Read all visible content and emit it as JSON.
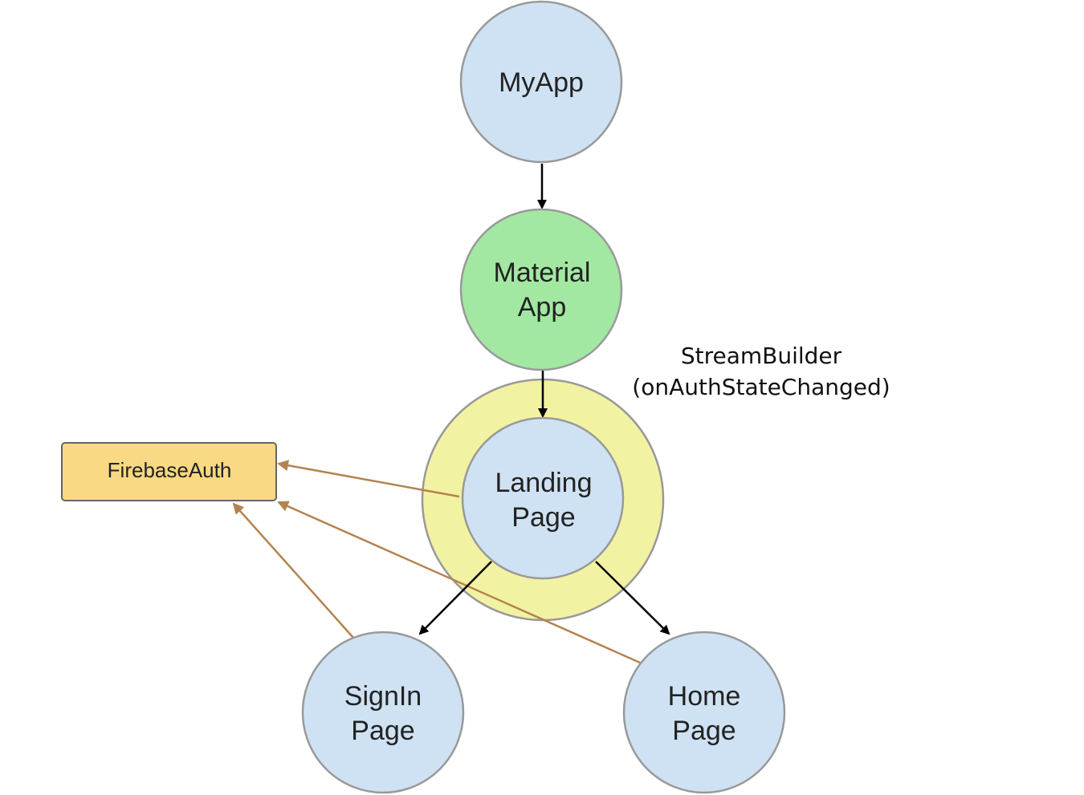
{
  "diagram": {
    "nodes": {
      "myapp": {
        "lines": [
          "MyApp"
        ],
        "fill": "#cfe2f3",
        "stroke": "#999999"
      },
      "material_app": {
        "lines": [
          "Material",
          "App"
        ],
        "fill": "#a2e8a2",
        "stroke": "#999999"
      },
      "landing_page": {
        "lines": [
          "Landing",
          "Page"
        ],
        "fill": "#cfe2f3",
        "stroke": "#999999"
      },
      "signin_page": {
        "lines": [
          "SignIn",
          "Page"
        ],
        "fill": "#cfe2f3",
        "stroke": "#999999"
      },
      "home_page": {
        "lines": [
          "Home",
          "Page"
        ],
        "fill": "#cfe2f3",
        "stroke": "#999999"
      }
    },
    "stream_builder": {
      "fill": "#f2f2a3",
      "stroke": "#999999",
      "label_lines": [
        "StreamBuilder",
        "(onAuthStateChanged)"
      ]
    },
    "firebase_auth": {
      "label": "FirebaseAuth",
      "fill": "#f9d983",
      "stroke": "#666666"
    },
    "edges": [
      {
        "from": "myapp",
        "to": "material_app",
        "kind": "navigation"
      },
      {
        "from": "material_app",
        "to": "landing_page",
        "kind": "navigation"
      },
      {
        "from": "landing_page",
        "to": "signin_page",
        "kind": "navigation"
      },
      {
        "from": "landing_page",
        "to": "home_page",
        "kind": "navigation"
      },
      {
        "from": "landing_page",
        "to": "firebase_auth",
        "kind": "dependency"
      },
      {
        "from": "signin_page",
        "to": "firebase_auth",
        "kind": "dependency"
      },
      {
        "from": "home_page",
        "to": "firebase_auth",
        "kind": "dependency"
      }
    ],
    "colors": {
      "navigation_edge": "#000000",
      "dependency_edge": "#b4834f"
    }
  }
}
